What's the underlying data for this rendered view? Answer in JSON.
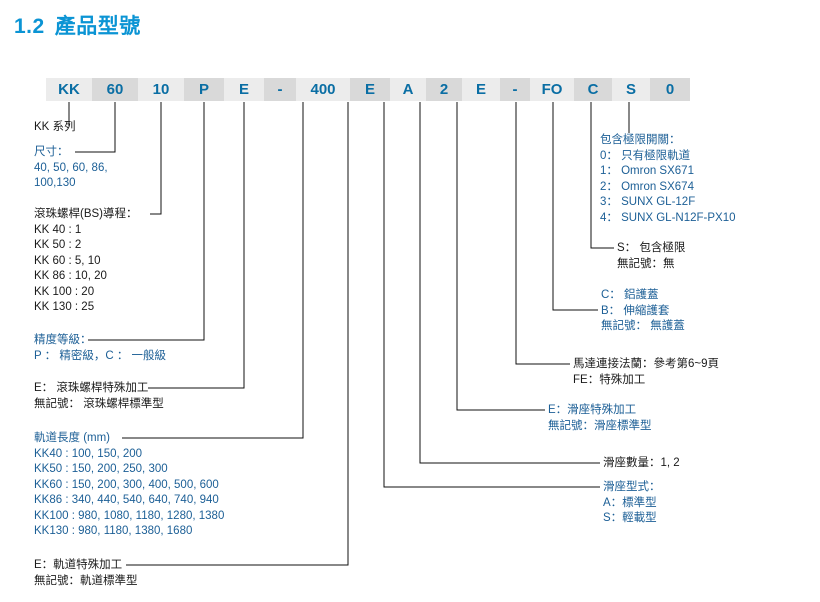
{
  "title": {
    "number": "1.2",
    "text": "產品型號"
  },
  "colors": {
    "title_blue": "#0b94d4",
    "code_text": "#0a6ea4",
    "annotation_blue": "#1c5f96",
    "annotation_black": "#1a1a1a",
    "cell_light": "#ececec",
    "cell_dark": "#d9d9d9",
    "leader_line": "#111111"
  },
  "code_cells": [
    {
      "label": "KK",
      "width": 46,
      "shade": "light"
    },
    {
      "label": "60",
      "width": 46,
      "shade": "dark"
    },
    {
      "label": "10",
      "width": 46,
      "shade": "light"
    },
    {
      "label": "P",
      "width": 40,
      "shade": "dark"
    },
    {
      "label": "E",
      "width": 40,
      "shade": "light"
    },
    {
      "label": "-",
      "width": 32,
      "shade": "dark"
    },
    {
      "label": "400",
      "width": 54,
      "shade": "light"
    },
    {
      "label": "E",
      "width": 40,
      "shade": "dark"
    },
    {
      "label": "A",
      "width": 36,
      "shade": "light"
    },
    {
      "label": "2",
      "width": 36,
      "shade": "dark"
    },
    {
      "label": "E",
      "width": 38,
      "shade": "light"
    },
    {
      "label": "-",
      "width": 30,
      "shade": "dark"
    },
    {
      "label": "FO",
      "width": 44,
      "shade": "light"
    },
    {
      "label": "C",
      "width": 38,
      "shade": "dark"
    },
    {
      "label": "S",
      "width": 38,
      "shade": "light"
    },
    {
      "label": "0",
      "width": 40,
      "shade": "dark"
    }
  ],
  "left_annotations": [
    {
      "name": "kk-series",
      "color": "black",
      "lines": [
        "KK 系列"
      ]
    },
    {
      "name": "size",
      "color": "blue",
      "lines": [
        "尺寸：",
        "40, 50, 60, 86,",
        "100,130"
      ]
    },
    {
      "name": "ballscrew-lead",
      "color": "black",
      "lines": [
        "滾珠螺桿(BS)導程：",
        "KK 40 : 1",
        "KK 50 : 2",
        "KK 60 :  5, 10",
        "KK 86 :  10, 20",
        "KK 100 :  20",
        "KK 130 :  25"
      ]
    },
    {
      "name": "accuracy-grade",
      "color": "blue",
      "lines": [
        "精度等級：",
        "P ： 精密級，C ： 一般級"
      ]
    },
    {
      "name": "ballscrew-special",
      "color": "black",
      "lines": [
        "E： 滾珠螺桿特殊加工",
        "無記號： 滾珠螺桿標準型"
      ]
    },
    {
      "name": "rail-length",
      "color": "blue",
      "lines": [
        "軌道長度 (mm)",
        "KK40 : 100, 150, 200",
        "KK50 : 150, 200, 250, 300",
        "KK60 : 150, 200, 300,  400,  500, 600",
        "KK86 : 340, 440, 540, 640, 740, 940",
        "KK100 : 980, 1080, 1180, 1280, 1380",
        "KK130 : 980, 1180, 1380, 1680"
      ]
    },
    {
      "name": "rail-special",
      "color": "black",
      "lines": [
        "E：軌道特殊加工",
        "無記號：軌道標準型"
      ]
    }
  ],
  "right_annotations": [
    {
      "name": "limit-switch",
      "color": "blue",
      "lines": [
        "包含極限開關：",
        "0： 只有極限軌道",
        "1： Omron SX671",
        "2： Omron SX674",
        "3： SUNX GL-12F",
        "4： SUNX GL-N12F-PX10"
      ]
    },
    {
      "name": "limit-included",
      "color": "black",
      "lines": [
        "S： 包含極限",
        "無記號：無"
      ]
    },
    {
      "name": "cover-type",
      "color": "blue",
      "lines": [
        "C： 鋁護蓋",
        "B： 伸縮護套",
        "無記號： 無護蓋"
      ]
    },
    {
      "name": "motor-flange",
      "color": "black",
      "lines": [
        "馬達連接法蘭：參考第6~9頁",
        "FE：特殊加工"
      ]
    },
    {
      "name": "slider-special",
      "color": "blue",
      "lines": [
        "E：滑座特殊加工",
        "無記號：滑座標準型"
      ]
    },
    {
      "name": "slider-count",
      "color": "black",
      "lines": [
        "滑座數量：1, 2"
      ]
    },
    {
      "name": "slider-type",
      "color": "blue",
      "lines": [
        "滑座型式：",
        "A：標準型",
        "S：輕載型"
      ]
    }
  ]
}
